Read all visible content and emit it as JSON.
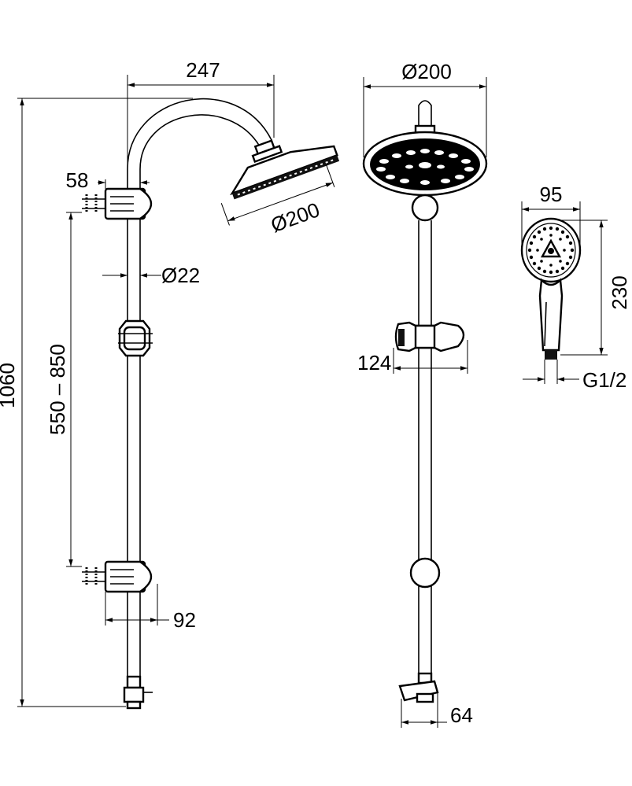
{
  "drawing": {
    "side_view": {
      "arm_length": "247",
      "head_diameter": "Ø200",
      "wall_offset": "58",
      "bracket_spacing": "550 – 850",
      "pipe_diameter": "Ø22",
      "total_height": "1060",
      "bracket_width": "92"
    },
    "front_view": {
      "head_diameter": "Ø200",
      "holder_width": "124",
      "diverter_width": "64"
    },
    "hand_shower": {
      "width": "95",
      "length": "230",
      "thread": "G1/2"
    }
  }
}
